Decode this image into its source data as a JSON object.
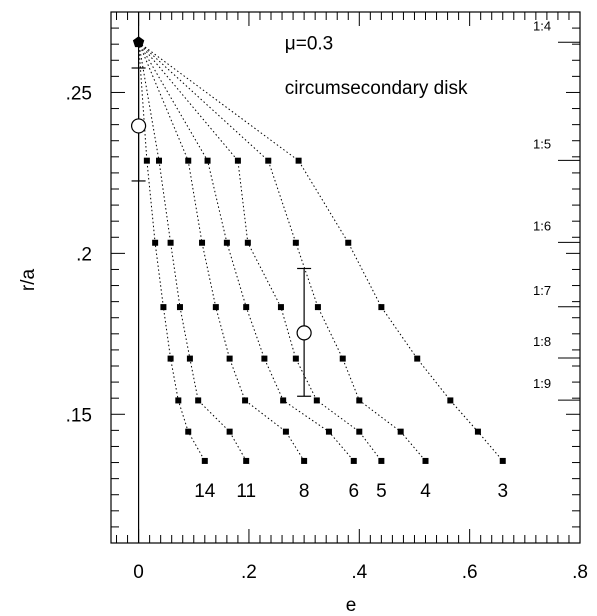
{
  "chart_data": {
    "type": "scatter",
    "xlabel": "e",
    "ylabel": "r/a",
    "xlim": [
      -0.05,
      0.8
    ],
    "ylim": [
      0.11,
      0.275
    ],
    "x_ticks": [
      {
        "v": 0.0,
        "label": "0"
      },
      {
        "v": 0.2,
        "label": ".2"
      },
      {
        "v": 0.4,
        "label": ".4"
      },
      {
        "v": 0.6,
        "label": ".6"
      },
      {
        "v": 0.8,
        "label": ".8"
      }
    ],
    "y_ticks": [
      {
        "v": 0.15,
        "label": ".15"
      },
      {
        "v": 0.2,
        "label": ".2"
      },
      {
        "v": 0.25,
        "label": ".25"
      }
    ],
    "x_minor_step": 0.02,
    "y_minor_step": 0.005,
    "annotations": [
      {
        "text": "μ=0.3",
        "x": 0.265,
        "y": 0.2633
      },
      {
        "text": "circumsecondary disk",
        "x": 0.265,
        "y": 0.2495
      }
    ],
    "resonances": [
      {
        "label": "1:4",
        "r": 0.2656
      },
      {
        "label": "1:5",
        "r": 0.2289
      },
      {
        "label": "1:6",
        "r": 0.2034
      },
      {
        "label": "1:7",
        "r": 0.1834
      },
      {
        "label": "1:8",
        "r": 0.1675
      },
      {
        "label": "1:9",
        "r": 0.1544
      }
    ],
    "start_point": {
      "x": 0.0,
      "y": 0.2656
    },
    "vertical_line_x": 0.0,
    "series": [
      {
        "label": "14",
        "points": [
          [
            0.015,
            0.2288
          ],
          [
            0.03,
            0.2033
          ],
          [
            0.045,
            0.1833
          ],
          [
            0.058,
            0.1673
          ],
          [
            0.072,
            0.1543
          ],
          [
            0.09,
            0.1446
          ],
          [
            0.12,
            0.1355
          ]
        ]
      },
      {
        "label": "11",
        "points": [
          [
            0.037,
            0.2288
          ],
          [
            0.058,
            0.2033
          ],
          [
            0.075,
            0.1833
          ],
          [
            0.093,
            0.1673
          ],
          [
            0.108,
            0.1543
          ],
          [
            0.165,
            0.1446
          ],
          [
            0.195,
            0.1355
          ]
        ]
      },
      {
        "label": "8",
        "points": [
          [
            0.09,
            0.2288
          ],
          [
            0.115,
            0.2033
          ],
          [
            0.14,
            0.1833
          ],
          [
            0.165,
            0.1673
          ],
          [
            0.193,
            0.1543
          ],
          [
            0.267,
            0.1446
          ],
          [
            0.3,
            0.1355
          ]
        ]
      },
      {
        "label": "6",
        "points": [
          [
            0.125,
            0.2288
          ],
          [
            0.16,
            0.2033
          ],
          [
            0.195,
            0.1833
          ],
          [
            0.228,
            0.1673
          ],
          [
            0.262,
            0.1543
          ],
          [
            0.345,
            0.1446
          ],
          [
            0.39,
            0.1355
          ]
        ]
      },
      {
        "label": "5",
        "points": [
          [
            0.18,
            0.2288
          ],
          [
            0.198,
            0.2033
          ],
          [
            0.258,
            0.1833
          ],
          [
            0.285,
            0.1673
          ],
          [
            0.323,
            0.1543
          ],
          [
            0.4,
            0.1446
          ],
          [
            0.44,
            0.1355
          ]
        ]
      },
      {
        "label": "4",
        "points": [
          [
            0.235,
            0.2288
          ],
          [
            0.285,
            0.2033
          ],
          [
            0.325,
            0.1833
          ],
          [
            0.37,
            0.1673
          ],
          [
            0.4,
            0.1543
          ],
          [
            0.475,
            0.1446
          ],
          [
            0.52,
            0.1355
          ]
        ]
      },
      {
        "label": "3",
        "points": [
          [
            0.29,
            0.2288
          ],
          [
            0.38,
            0.2033
          ],
          [
            0.44,
            0.1833
          ],
          [
            0.505,
            0.1673
          ],
          [
            0.565,
            0.1543
          ],
          [
            0.615,
            0.1446
          ],
          [
            0.66,
            0.1355
          ]
        ]
      }
    ],
    "error_bars": [
      {
        "x": 0.0,
        "y": 0.2396,
        "ymin": 0.2225,
        "ymax": 0.2576
      },
      {
        "x": 0.3,
        "y": 0.1753,
        "ymin": 0.1556,
        "ymax": 0.1953
      }
    ]
  }
}
